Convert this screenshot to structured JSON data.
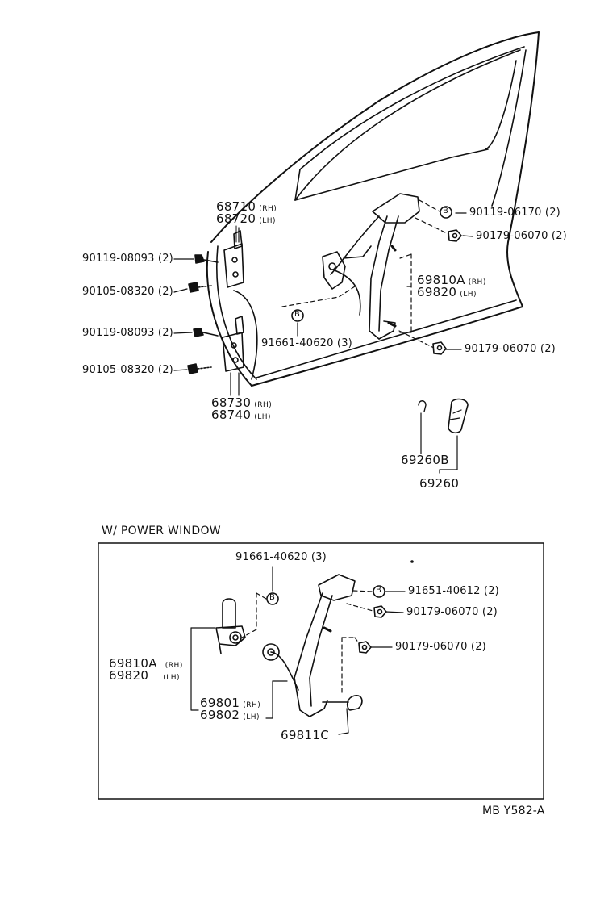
{
  "upper": {
    "hinge_top_a": "68710",
    "hinge_top_b": "68720",
    "hinge_bottom_a": "68730",
    "hinge_bottom_b": "68740",
    "bolt_1": "90119-08093 (2)",
    "bolt_2": "90105-08320 (2)",
    "bolt_3": "90119-08093 (2)",
    "bolt_4": "90105-08320 (2)",
    "regulator_a": "69810A",
    "regulator_b": "69820",
    "bolt_top": "90119-06170 (2)",
    "nut_1": "90179-06070 (2)",
    "nut_2": "90179-06070 (2)",
    "clip": "91661-40620 (3)",
    "handle_sub": "69260B",
    "handle": "69260",
    "rh": "(RH)",
    "lh": "(LH)",
    "b_marker": "B"
  },
  "power": {
    "section_title": "W/ POWER WINDOW",
    "clip": "91661-40620 (3)",
    "bolt": "91651-40612 (2)",
    "nut_1": "90179-06070 (2)",
    "nut_2": "90179-06070 (2)",
    "regulator_a": "69810A",
    "regulator_b": "69820",
    "motor_a": "69801",
    "motor_b": "69802",
    "arm": "69811C",
    "rh": "(RH)",
    "lh": "(LH)",
    "b_marker": "B"
  },
  "footer": {
    "code": "MB  Y582-A"
  }
}
